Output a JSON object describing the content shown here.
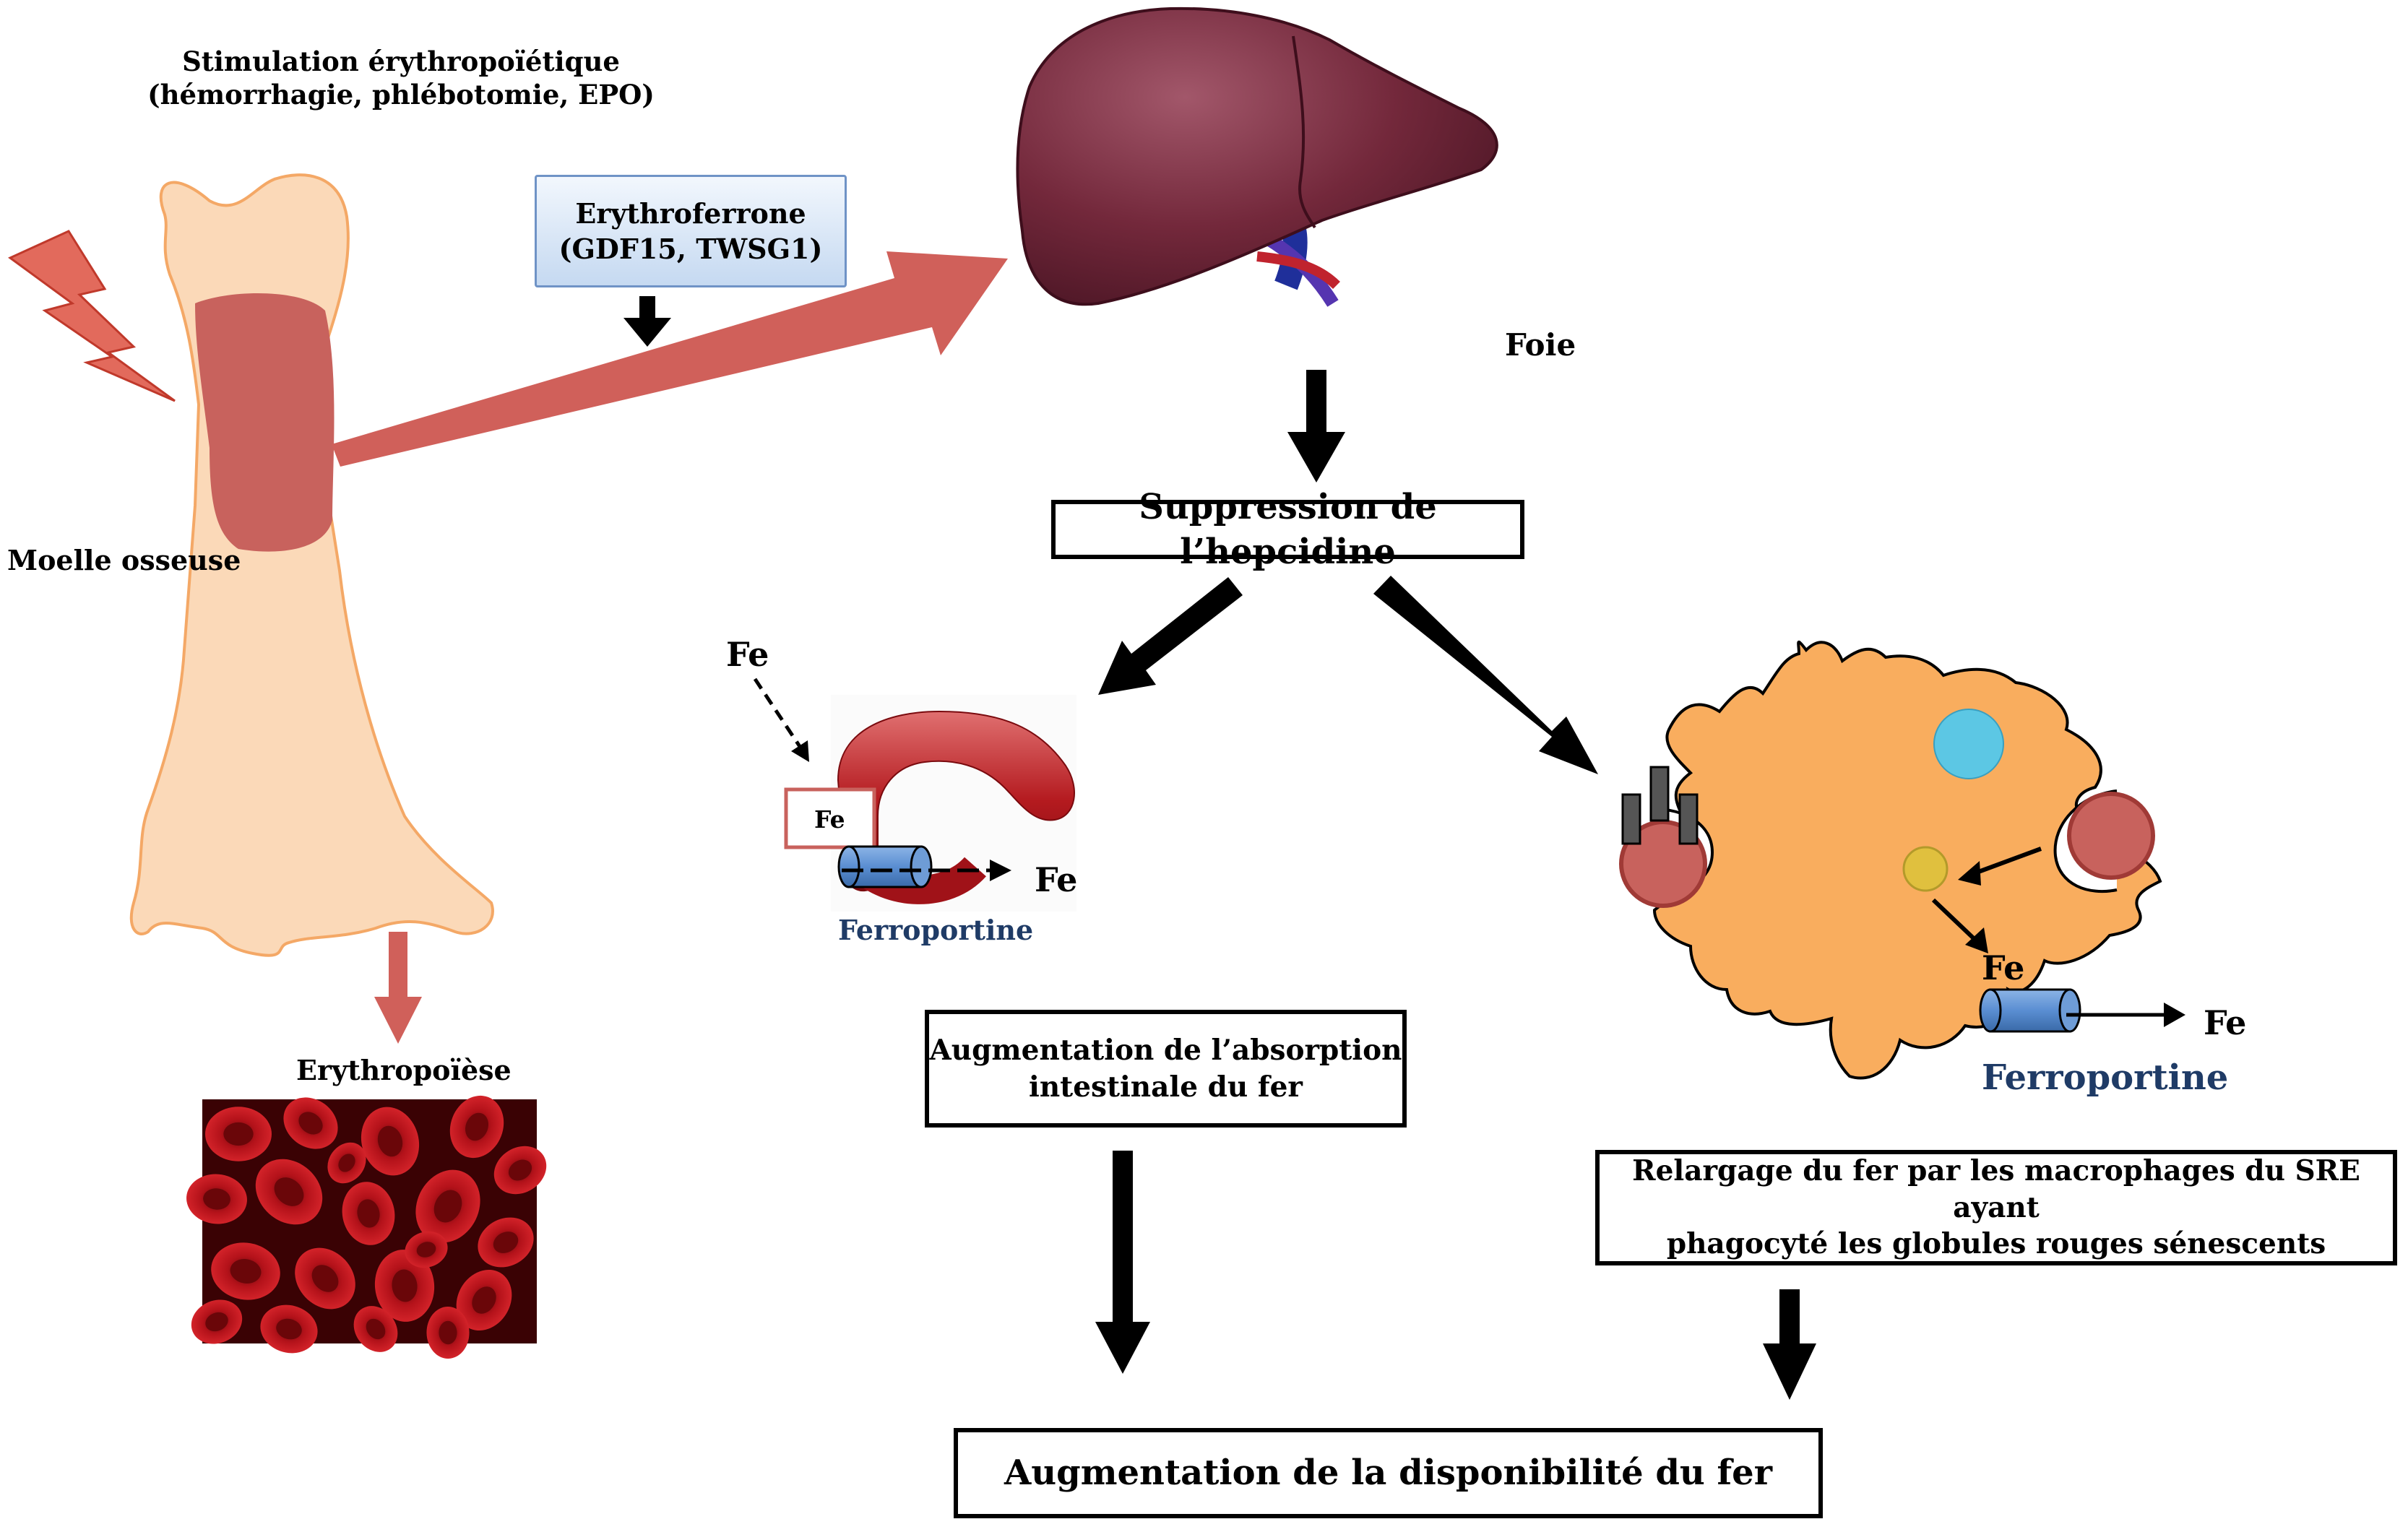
{
  "stimulation": {
    "line1": "Stimulation érythropoïétique",
    "line2": "(hémorrhagie, phlébotomie, EPO)"
  },
  "erythroferrone": {
    "line1": "Erythroferrone",
    "line2": "(GDF15, TWSG1)"
  },
  "foie_label": "Foie",
  "moelle_label": "Moelle osseuse",
  "erythropoiese_label": "Erythropoïèse",
  "suppression_label": "Suppression de l’hepcidine",
  "intestine": {
    "fe_in": "Fe",
    "fe_box": "Fe",
    "fe_out": "Fe",
    "ferroportine": "Ferroportine"
  },
  "macrophage": {
    "fe_inner": "Fe",
    "fe_out": "Fe",
    "ferroportine": "Ferroportine"
  },
  "absorption": {
    "line1": "Augmentation de l’absorption",
    "line2": "intestinale du fer"
  },
  "relargage": {
    "line1": "Relargage du fer par les macrophages du SRE ayant",
    "line2": "phagocyté les globules rouges sénescents"
  },
  "disponibilite_label": "Augmentation de la disponibilité du fer",
  "colors": {
    "bone": "#fbd9b8",
    "marrow": "#c8625d",
    "arrow_red": "#d0605a",
    "liver": "#6e2436",
    "macrophage": "#f9ad5e",
    "ferroportin": "#5b8fd2",
    "nucleus": "#5cc7e4"
  }
}
